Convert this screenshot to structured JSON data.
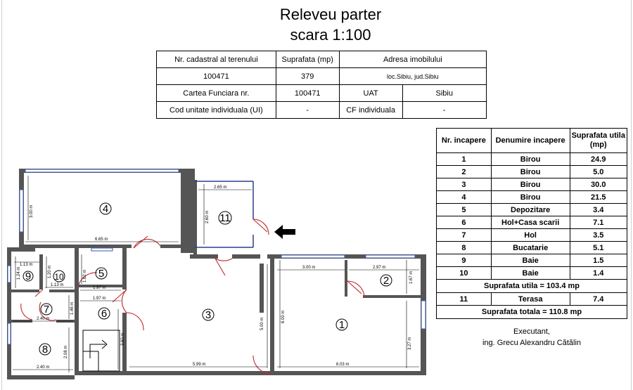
{
  "title": {
    "line1": "Releveu parter",
    "line2": "scara 1:100"
  },
  "info_table": {
    "h_cadastral": "Nr. cadastral al terenului",
    "h_area": "Suprafata (mp)",
    "h_address": "Adresa imobilului",
    "cadastral": "100471",
    "area": "379",
    "address": "loc.Sibiu, jud.Sibiu",
    "l_cf": "Cartea Funciara nr.",
    "cf": "100471",
    "l_uat": "UAT",
    "uat": "Sibiu",
    "l_ui": "Cod unitate individuala (UI)",
    "ui": "-",
    "l_cfi": "CF individuala",
    "cfi": "-"
  },
  "rooms_table": {
    "h_nr": "Nr. incapere",
    "h_name": "Denumire incapere",
    "h_area": "Suprafata utila (mp)",
    "rooms": [
      {
        "nr": "1",
        "name": "Birou",
        "area": "24.9"
      },
      {
        "nr": "2",
        "name": "Birou",
        "area": "5.0"
      },
      {
        "nr": "3",
        "name": "Birou",
        "area": "30.0"
      },
      {
        "nr": "4",
        "name": "Birou",
        "area": "21.5"
      },
      {
        "nr": "5",
        "name": "Depozitare",
        "area": "3.4"
      },
      {
        "nr": "6",
        "name": "Hol+Casa scarii",
        "area": "7.1"
      },
      {
        "nr": "7",
        "name": "Hol",
        "area": "3.5"
      },
      {
        "nr": "8",
        "name": "Bucatarie",
        "area": "5.1"
      },
      {
        "nr": "9",
        "name": "Baie",
        "area": "1.5"
      },
      {
        "nr": "10",
        "name": "Baie",
        "area": "1.4"
      }
    ],
    "subtotal": "Suprafata utila = 103.4 mp",
    "terrace": {
      "nr": "11",
      "name": "Terasa",
      "area": "7.4"
    },
    "total": "Suprafata totala = 110.8 mp"
  },
  "executant": {
    "label": "Executant,",
    "name": "ing. Grecu Alexandru Cătălin"
  },
  "plan": {
    "rooms": [
      "1",
      "2",
      "3",
      "4",
      "5",
      "6",
      "7",
      "8",
      "9",
      "10",
      "11"
    ],
    "dims": {
      "d4_w": "6.65 m",
      "d4_h": "3.00 m",
      "d11_w": "2.65 m",
      "d11_h": "2.60 m",
      "d1_w_top": "3.00 m",
      "d2_w": "2.97 m",
      "d2_h": "1.67 m",
      "d1_h": "6.00 m",
      "d1_h2": "3.27 m",
      "d1_w": "6.03 m",
      "d3_h": "5.00 m",
      "d3_w": "5.99 m",
      "d6_h": "3.60 m",
      "d5_h": "1.62 m",
      "d5_w": "1.97 m",
      "d6_w": "1.97 m",
      "d9_w": "1.13 m",
      "d9_h": "1.24 m",
      "d10_h": "1.20 m",
      "d10_w": "1.13 m",
      "d7_h": "1.46 m",
      "d7_w": "2.40 m",
      "d8_h": "2.08 m",
      "d8_w": "2.40 m"
    }
  }
}
